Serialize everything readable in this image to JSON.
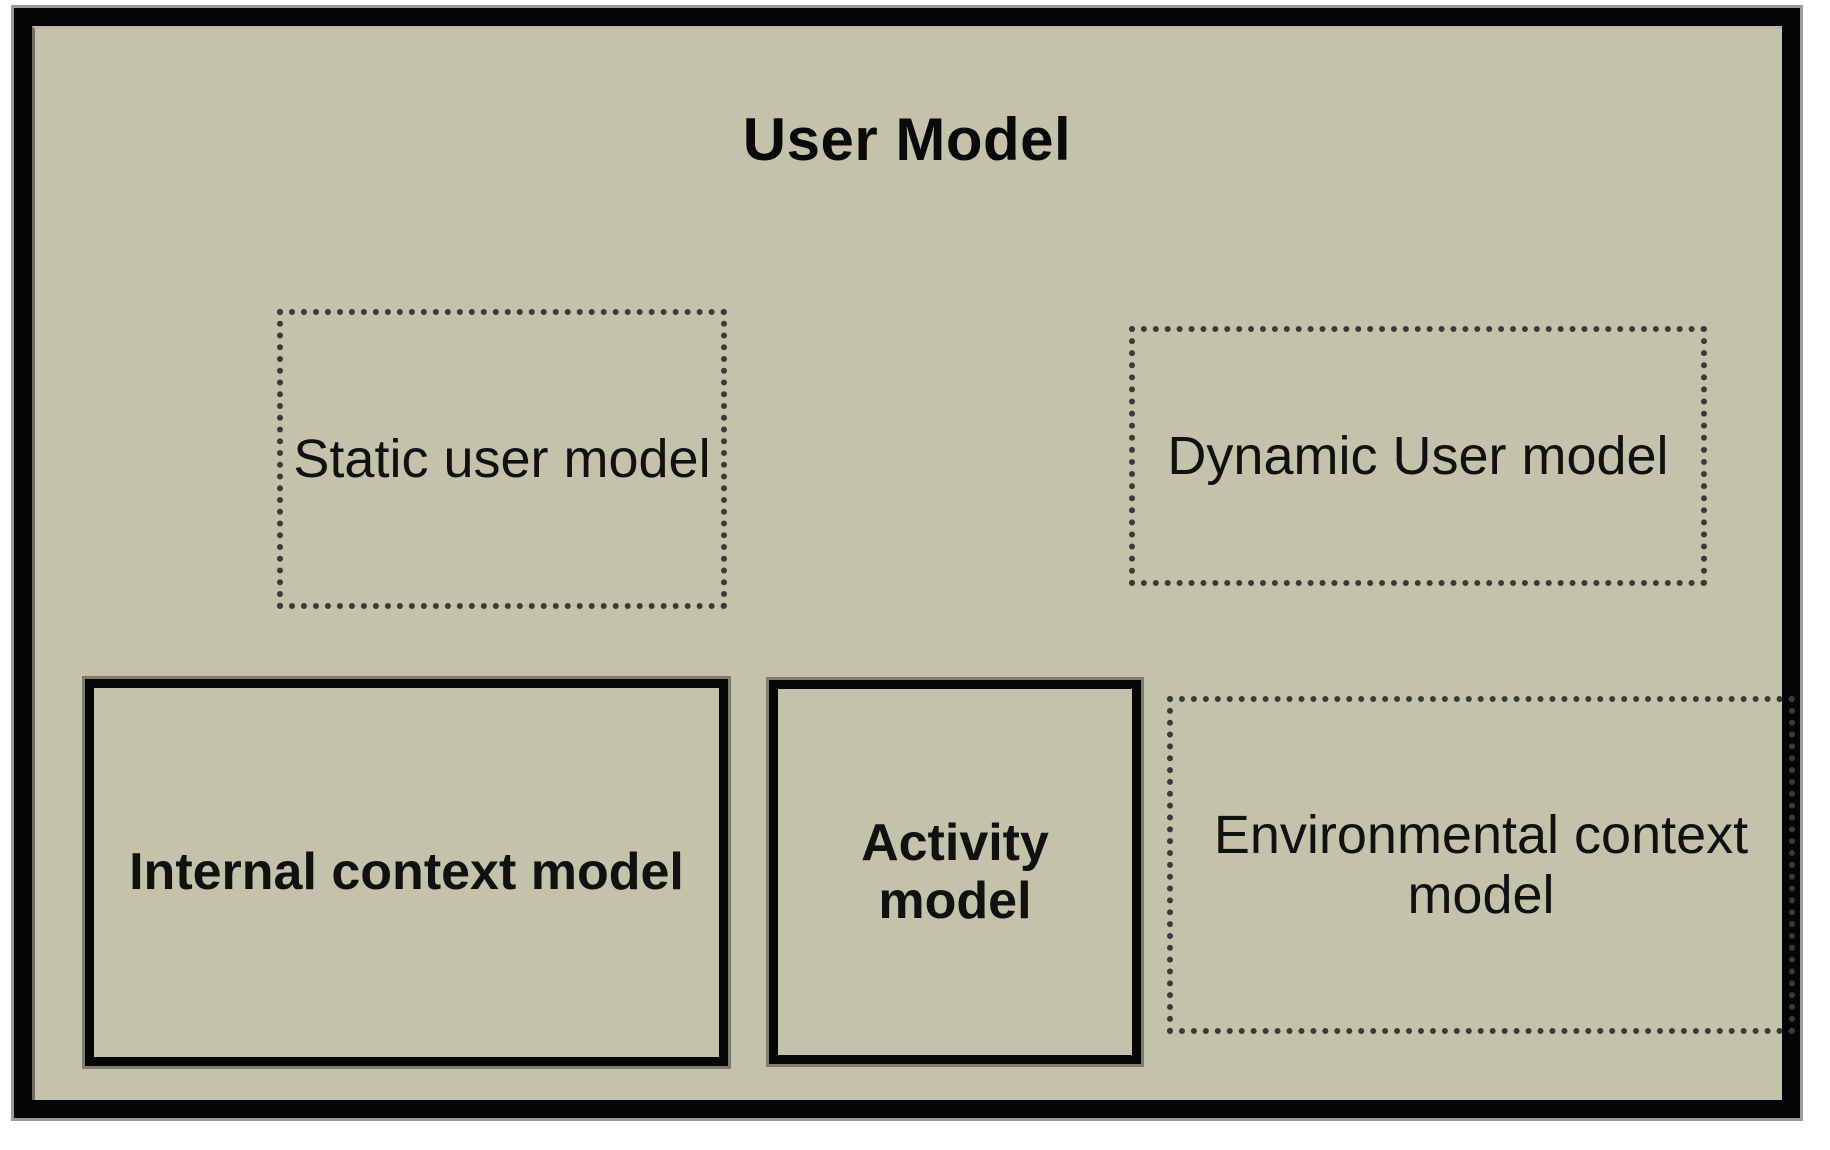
{
  "diagram": {
    "title": "User Model",
    "background_color": "#c3c3ab",
    "frame_color": "#050505",
    "text_color": "#111111",
    "nodes": [
      {
        "id": "static-user-model",
        "label": "Static user model",
        "border_style": "dotted",
        "font_weight": "normal"
      },
      {
        "id": "dynamic-user-model",
        "label": "Dynamic User model",
        "border_style": "dotted",
        "font_weight": "normal"
      },
      {
        "id": "internal-context-model",
        "label": "Internal context model",
        "border_style": "solid",
        "font_weight": "bold"
      },
      {
        "id": "activity-model",
        "label": "Activity model",
        "border_style": "solid",
        "font_weight": "bold"
      },
      {
        "id": "environmental-context-model",
        "label": "Environmental context model",
        "border_style": "dotted",
        "font_weight": "normal"
      }
    ]
  }
}
